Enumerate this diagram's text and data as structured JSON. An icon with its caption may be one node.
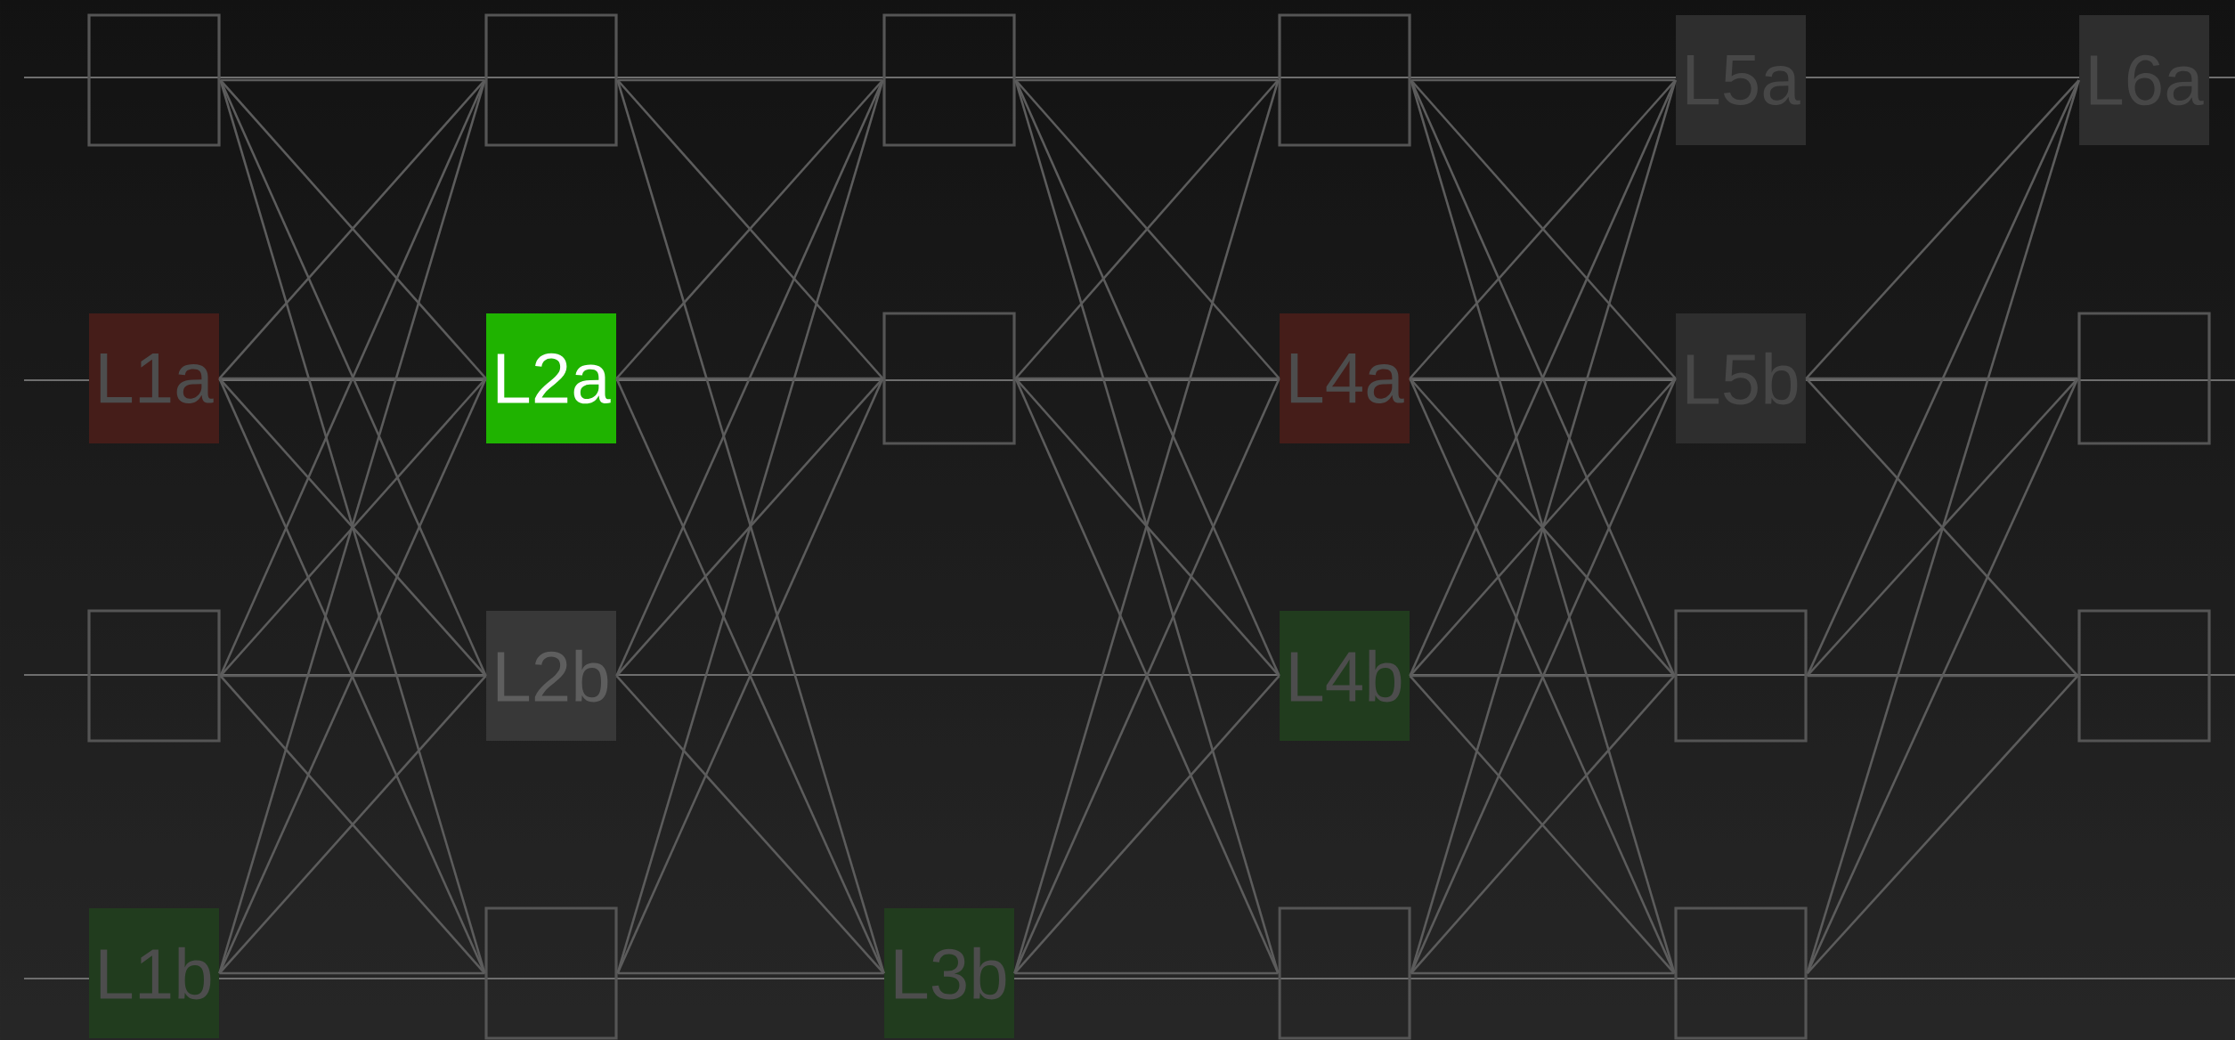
{
  "diagram": {
    "nodes": [
      {
        "text": [],
        "shape": "box"
      },
      {
        "text": [
          "L1a"
        ]
      },
      {
        "text": [],
        "shape": "box"
      },
      {
        "text": [
          "L1b"
        ]
      },
      {
        "text": [],
        "shape": "box"
      },
      {
        "text": [
          "L2a"
        ]
      },
      {
        "text": [
          "L2b"
        ]
      },
      {
        "text": [],
        "shape": "box"
      },
      {
        "text": [],
        "shape": "box"
      },
      {
        "text": [],
        "shape": "box"
      },
      {
        "text": [
          "L3b"
        ]
      },
      {
        "text": [],
        "shape": "box"
      },
      {
        "text": [
          "L4a"
        ]
      },
      {
        "text": [
          "L4b"
        ]
      },
      {
        "text": [],
        "shape": "box"
      },
      {
        "text": [
          "L5a"
        ]
      },
      {
        "text": [
          "L5b"
        ]
      },
      {
        "text": [],
        "shape": "box"
      },
      {
        "text": [],
        "shape": "box"
      },
      {
        "text": [
          "L6a"
        ]
      },
      {
        "text": [],
        "shape": "box"
      },
      {
        "text": [],
        "shape": "box"
      }
    ],
    "edges": [
      {
        "from": 0,
        "to": 4,
        "arrow": "none"
      },
      {
        "from": 0,
        "to": 5,
        "arrow": "none"
      },
      {
        "from": 0,
        "to": 6,
        "arrow": "none"
      },
      {
        "from": 0,
        "to": 7,
        "arrow": "none"
      },
      {
        "from": 1,
        "to": 4,
        "arrow": "none"
      },
      {
        "from": 1,
        "to": 5,
        "arrow": "none"
      },
      {
        "from": 1,
        "to": 6,
        "arrow": "none"
      },
      {
        "from": 1,
        "to": 7,
        "arrow": "none"
      },
      {
        "from": 2,
        "to": 4,
        "arrow": "none"
      },
      {
        "from": 2,
        "to": 5,
        "arrow": "none"
      },
      {
        "from": 2,
        "to": 6,
        "arrow": "none"
      },
      {
        "from": 2,
        "to": 7,
        "arrow": "none"
      },
      {
        "from": 3,
        "to": 4,
        "arrow": "none"
      },
      {
        "from": 3,
        "to": 5,
        "arrow": "none"
      },
      {
        "from": 3,
        "to": 6,
        "arrow": "none"
      },
      {
        "from": 3,
        "to": 7,
        "arrow": "none"
      },
      {
        "from": 4,
        "to": 8,
        "arrow": "none"
      },
      {
        "from": 4,
        "to": 9,
        "arrow": "none"
      },
      {
        "from": 4,
        "to": 10,
        "arrow": "none"
      },
      {
        "from": 5,
        "to": 8,
        "arrow": "none"
      },
      {
        "from": 5,
        "to": 9,
        "arrow": "none"
      },
      {
        "from": 5,
        "to": 10,
        "arrow": "none"
      },
      {
        "from": 6,
        "to": 8,
        "arrow": "none"
      },
      {
        "from": 6,
        "to": 9,
        "arrow": "none"
      },
      {
        "from": 6,
        "to": 10,
        "arrow": "none"
      },
      {
        "from": 7,
        "to": 8,
        "arrow": "none"
      },
      {
        "from": 7,
        "to": 9,
        "arrow": "none"
      },
      {
        "from": 7,
        "to": 10,
        "arrow": "none"
      },
      {
        "from": 8,
        "to": 11,
        "arrow": "none"
      },
      {
        "from": 8,
        "to": 12,
        "arrow": "none"
      },
      {
        "from": 8,
        "to": 13,
        "arrow": "none"
      },
      {
        "from": 8,
        "to": 14,
        "arrow": "none"
      },
      {
        "from": 9,
        "to": 11,
        "arrow": "none"
      },
      {
        "from": 9,
        "to": 12,
        "arrow": "none"
      },
      {
        "from": 9,
        "to": 13,
        "arrow": "none"
      },
      {
        "from": 9,
        "to": 14,
        "arrow": "none"
      },
      {
        "from": 10,
        "to": 11,
        "arrow": "none"
      },
      {
        "from": 10,
        "to": 12,
        "arrow": "none"
      },
      {
        "from": 10,
        "to": 13,
        "arrow": "none"
      },
      {
        "from": 10,
        "to": 14,
        "arrow": "none"
      },
      {
        "from": 11,
        "to": 15,
        "arrow": "none"
      },
      {
        "from": 11,
        "to": 16,
        "arrow": "none"
      },
      {
        "from": 11,
        "to": 17,
        "arrow": "none"
      },
      {
        "from": 11,
        "to": 18,
        "arrow": "none"
      },
      {
        "from": 12,
        "to": 15,
        "arrow": "none"
      },
      {
        "from": 12,
        "to": 16,
        "arrow": "none"
      },
      {
        "from": 12,
        "to": 17,
        "arrow": "none"
      },
      {
        "from": 12,
        "to": 18,
        "arrow": "none"
      },
      {
        "from": 13,
        "to": 15,
        "arrow": "none"
      },
      {
        "from": 13,
        "to": 16,
        "arrow": "none"
      },
      {
        "from": 13,
        "to": 17,
        "arrow": "none"
      },
      {
        "from": 13,
        "to": 18,
        "arrow": "none"
      },
      {
        "from": 14,
        "to": 15,
        "arrow": "none"
      },
      {
        "from": 14,
        "to": 16,
        "arrow": "none"
      },
      {
        "from": 14,
        "to": 17,
        "arrow": "none"
      },
      {
        "from": 14,
        "to": 18,
        "arrow": "none"
      },
      {
        "from": 16,
        "to": 19,
        "arrow": "none"
      },
      {
        "from": 16,
        "to": 20,
        "arrow": "none"
      },
      {
        "from": 16,
        "to": 21,
        "arrow": "none"
      },
      {
        "from": 17,
        "to": 19,
        "arrow": "none"
      },
      {
        "from": 17,
        "to": 20,
        "arrow": "none"
      },
      {
        "from": 17,
        "to": 21,
        "arrow": "none"
      },
      {
        "from": 18,
        "to": 19,
        "arrow": "none"
      },
      {
        "from": 18,
        "to": 20,
        "arrow": "none"
      },
      {
        "from": 18,
        "to": 21,
        "arrow": "none"
      }
    ]
  }
}
